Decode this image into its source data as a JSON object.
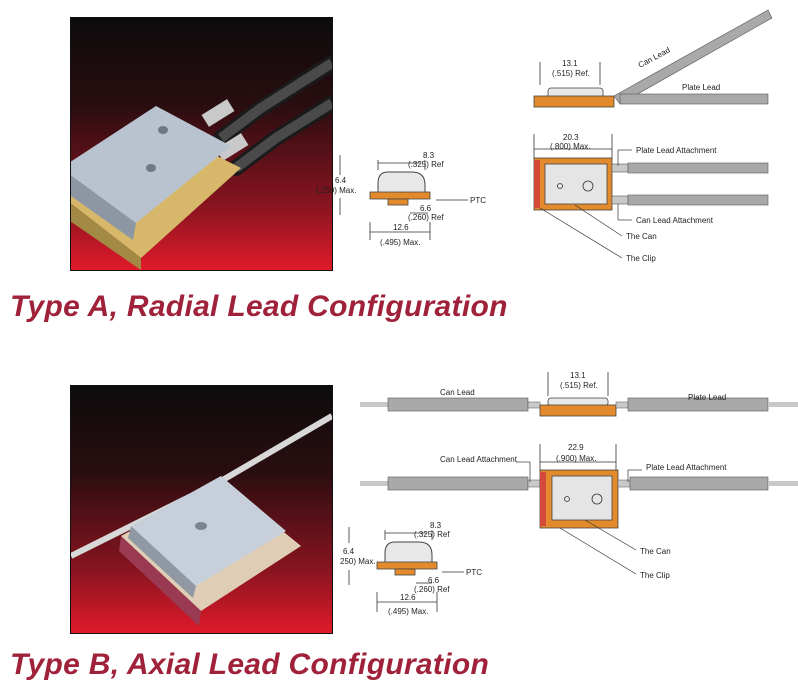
{
  "colors": {
    "title": "#a0223a",
    "clip": "#e38a2c",
    "can": "#dcdcdc",
    "lead": "#a9a9a9"
  },
  "type_a": {
    "title": "Type A, Radial Lead Configuration",
    "small": {
      "height_mm": "6.4",
      "height_in": "(.250) Max.",
      "top_mm": "8.3",
      "top_in": "(.325) Ref",
      "ptc": "PTC",
      "mid_mm": "6.6",
      "mid_in": "(.260) Ref",
      "width_mm": "12.6",
      "width_in": "(.495) Max."
    },
    "side": {
      "dim_mm": "13.1",
      "dim_in": "(.515) Ref.",
      "can_lead": "Can Lead",
      "plate_lead": "Plate Lead"
    },
    "top": {
      "dim_mm": "20.3",
      "dim_in": "(.800) Max.",
      "plate_attach": "Plate Lead Attachment",
      "can_attach": "Can Lead Attachment",
      "the_can": "The Can",
      "the_clip": "The Clip"
    }
  },
  "type_b": {
    "title": "Type B, Axial Lead Configuration",
    "side": {
      "dim_mm": "13.1",
      "dim_in": "(.515) Ref.",
      "can_lead": "Can Lead",
      "plate_lead": "Plate Lead"
    },
    "top": {
      "dim_mm": "22.9",
      "dim_in": "(.900) Max.",
      "can_attach": "Can Lead Attachment",
      "plate_attach": "Plate Lead Attachment",
      "the_can": "The Can",
      "the_clip": "The Clip"
    },
    "small": {
      "height_mm": "6.4",
      "height_in": "250) Max.",
      "top_mm": "8.3",
      "top_in": "(.325) Ref",
      "ptc": "PTC",
      "mid_mm": "6.6",
      "mid_in": "(.260) Ref",
      "width_mm": "12.6",
      "width_in": "(.495) Max."
    }
  }
}
